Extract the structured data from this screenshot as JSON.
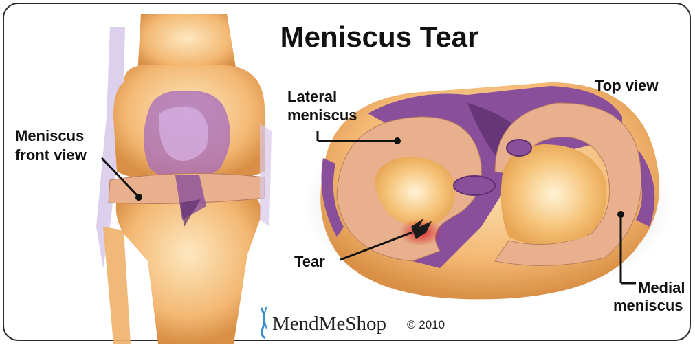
{
  "title": "Meniscus Tear",
  "labels": {
    "front_view_line1": "Meniscus",
    "front_view_line2": "front view",
    "lateral_line1": "Lateral",
    "lateral_line2": "meniscus",
    "top_view": "Top view",
    "tear": "Tear",
    "medial_line1": "Medial",
    "medial_line2": "meniscus"
  },
  "watermark": {
    "brand": "MendMeShop",
    "copyright": "© 2010"
  },
  "colors": {
    "bone": "#f3b873",
    "bone_highlight": "#fde8c0",
    "meniscus": "#e8b08c",
    "ligament": "#8a4f9a",
    "ligament_dark": "#5e2f70",
    "tear_red": "#d8262a",
    "brand_blue": "#3a8fd0"
  }
}
